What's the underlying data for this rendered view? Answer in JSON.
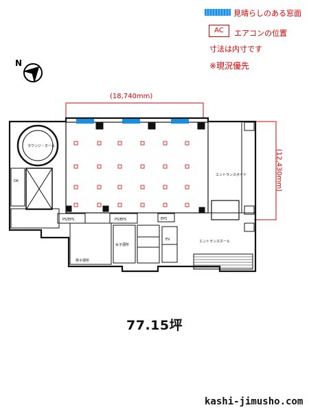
{
  "legend": {
    "view_window_label": "見晴らしのある窓面",
    "view_window_color": "#1a8fe0",
    "ac_symbol": "AC",
    "ac_label": "エアコンの位置",
    "dimension_note": "寸法は内寸です",
    "priority_note": "※現況優先"
  },
  "compass": {
    "north_label": "N"
  },
  "plan": {
    "width_dimension": "(18,740mm)",
    "depth_dimension": "(12,430mm)",
    "rooms": {
      "lounge": "ラウンジ・ホール",
      "ps_left": "PS/EPS",
      "ps_mid": "PS/EPS",
      "eps_right": "EPS",
      "entrance_void": "エントランスボイド",
      "entrance_hall": "エントランスホール",
      "toilet_m": "男子便所",
      "toilet_w": "女子便所",
      "ev": "EV",
      "dk": "DK"
    }
  },
  "area": "77.15坪",
  "site": "kashi-jimusho.com"
}
